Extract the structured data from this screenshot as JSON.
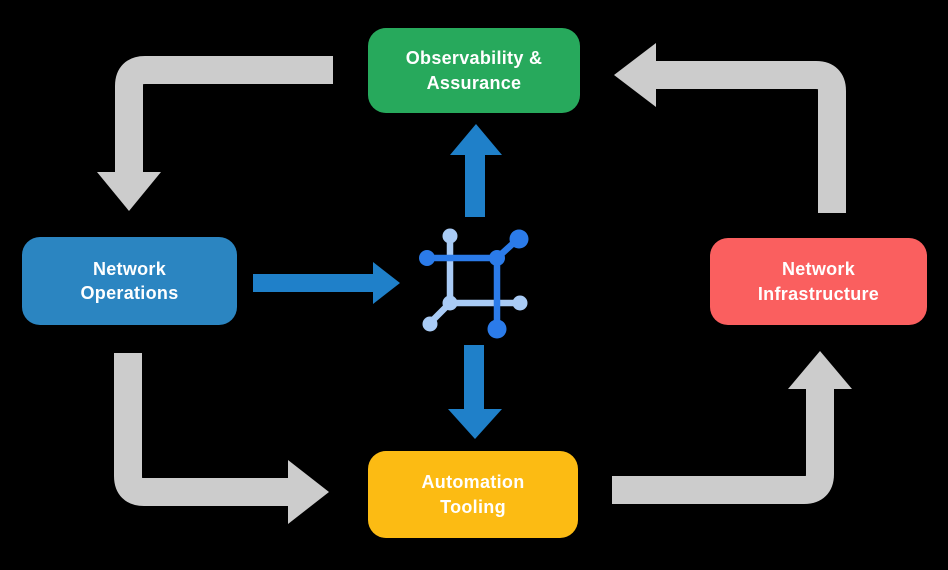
{
  "nodes": {
    "observability": {
      "label": "Observability & Assurance",
      "lines": [
        "Observability &",
        "Assurance"
      ],
      "color": "#27A95C"
    },
    "operations": {
      "label": "Network Operations",
      "lines": [
        "Network",
        "Operations"
      ],
      "color": "#2B85C1"
    },
    "infrastructure": {
      "label": "Network Infrastructure",
      "lines": [
        "Network",
        "Infrastructure"
      ],
      "color": "#FA5F5F"
    },
    "automation": {
      "label": "Automation Tooling",
      "lines": [
        "Automation",
        "Tooling"
      ],
      "color": "#FCBB13"
    }
  },
  "arrows": {
    "cycle_color": "#CCCCCC",
    "flow_color": "#1F80C9",
    "cycle": [
      {
        "from": "observability",
        "to": "operations"
      },
      {
        "from": "operations",
        "to": "automation"
      },
      {
        "from": "automation",
        "to": "infrastructure"
      },
      {
        "from": "infrastructure",
        "to": "observability"
      }
    ],
    "flows": [
      {
        "from": "operations",
        "to": "network-mesh-icon"
      },
      {
        "from": "network-mesh-icon",
        "to": "observability"
      },
      {
        "from": "network-mesh-icon",
        "to": "automation"
      }
    ]
  },
  "icon": {
    "name": "network-mesh-icon",
    "dark_color": "#2B7BE9",
    "light_color": "#A9CBF5"
  },
  "background_color": "#000000"
}
